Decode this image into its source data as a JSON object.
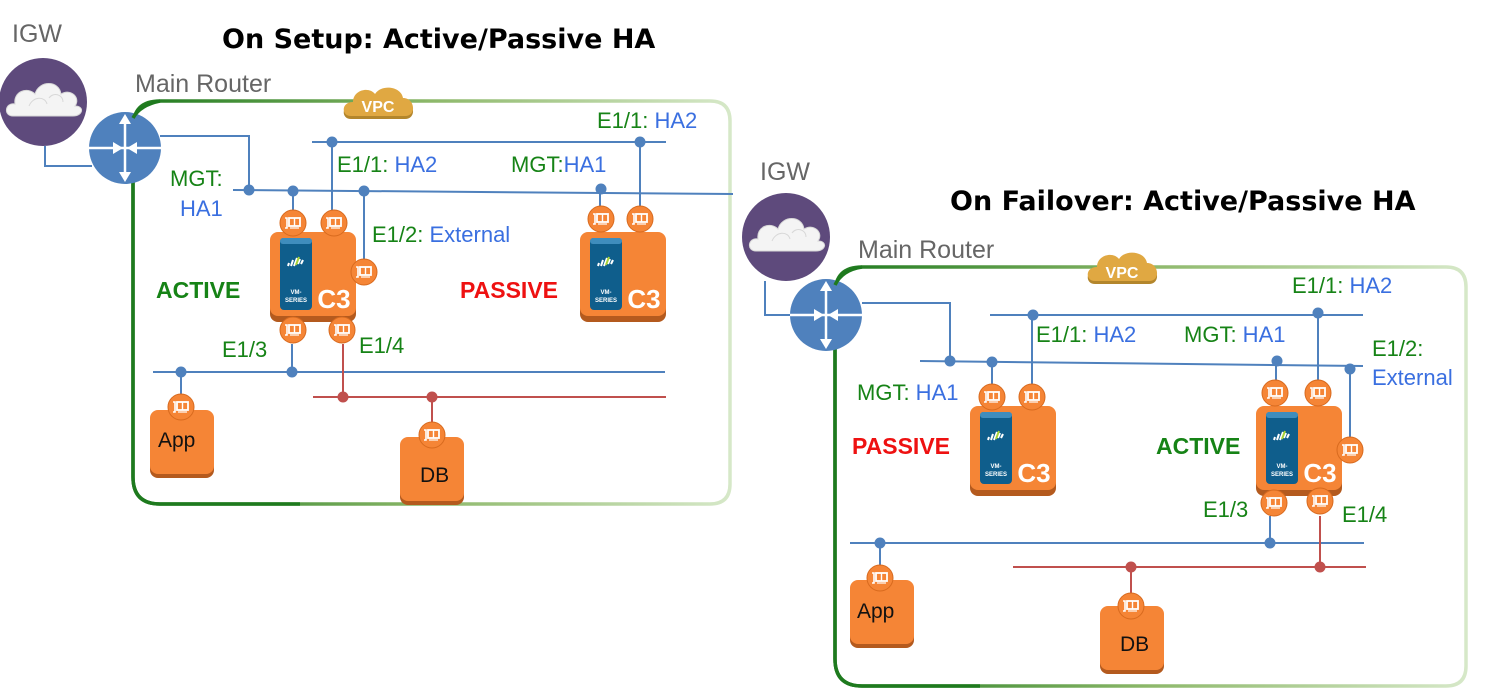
{
  "panels": [
    {
      "id": "setup",
      "title": "On Setup: Active/Passive HA",
      "igw_label": "IGW",
      "router_label": "Main Router",
      "vpc_label": "VPC",
      "firewall_left": {
        "state": "ACTIVE",
        "state_color": "#168316",
        "brand": "VM-SERIES",
        "model": "C3"
      },
      "firewall_right": {
        "state": "PASSIVE",
        "state_color": "#ee1111",
        "brand": "VM-SERIES",
        "model": "C3"
      },
      "labels": {
        "mgt_left_a": "MGT:",
        "mgt_left_b": "HA1",
        "e11_left_a": "E1/1:",
        "e11_left_b": " HA2",
        "e12_a": "E1/2:",
        "e12_b": " External",
        "e13": "E1/3",
        "e14": "E1/4",
        "mgt_right_a": "MGT:",
        "mgt_right_b": "HA1",
        "e11_right_a": "E1/1:",
        "e11_right_b": " HA2"
      },
      "nodes": {
        "app": "App",
        "db": "DB"
      }
    },
    {
      "id": "failover",
      "title": "On Failover: Active/Passive HA",
      "igw_label": "IGW",
      "router_label": "Main Router",
      "vpc_label": "VPC",
      "firewall_left": {
        "state": "PASSIVE",
        "state_color": "#ee1111",
        "brand": "VM-SERIES",
        "model": "C3"
      },
      "firewall_right": {
        "state": "ACTIVE",
        "state_color": "#168316",
        "brand": "VM-SERIES",
        "model": "C3"
      },
      "labels": {
        "mgt_left_a": "MGT:",
        "mgt_left_b": " HA1",
        "e11_left_a": "E1/1:",
        "e11_left_b": " HA2",
        "mgt_right_a": "MGT:",
        "mgt_right_b": " HA1",
        "e11_right_a": "E1/1:",
        "e11_right_b": " HA2",
        "e12_a": "E1/2:",
        "e12_b": "External",
        "e13": "E1/3",
        "e14": "E1/4"
      },
      "nodes": {
        "app": "App",
        "db": "DB"
      }
    }
  ],
  "colors": {
    "vpc_border": "#1e7a1e",
    "link_blue": "#4f81bd",
    "link_red": "#c0504d",
    "orange": "#f58536",
    "igw": "#5e4a7c",
    "router": "#4f81bd"
  }
}
